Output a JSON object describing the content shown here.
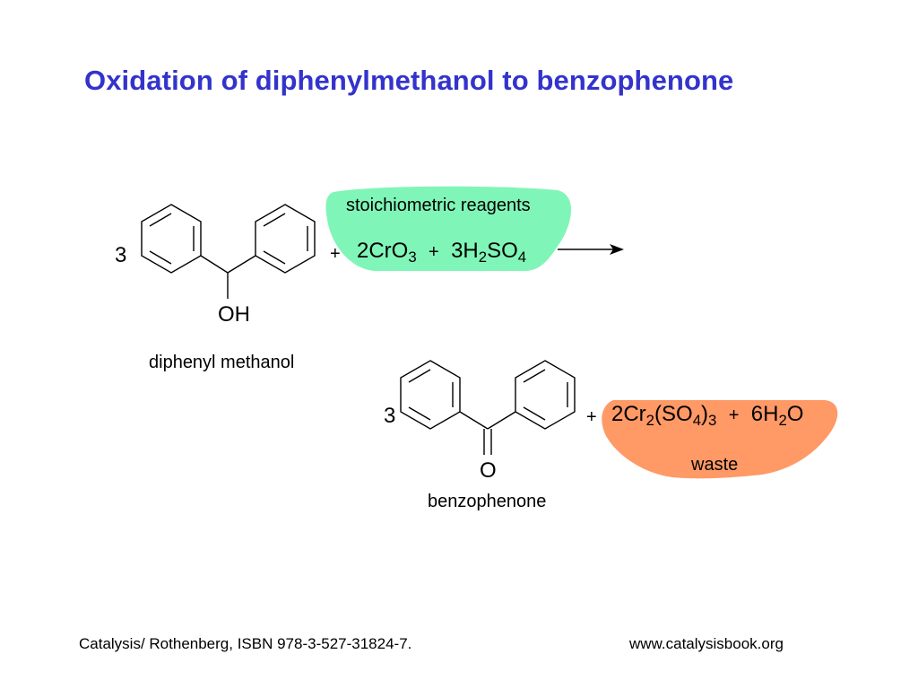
{
  "title": "Oxidation of diphenylmethanol to benzophenone",
  "colors": {
    "title": "#3333cc",
    "reagent_blob": "#80f5b8",
    "waste_blob": "#ff9966",
    "text": "#000000"
  },
  "reactants": {
    "coefficient": "3",
    "oh_label": "OH",
    "name": "diphenyl methanol",
    "plus": "+",
    "reagent_header": "stoichiometric reagents",
    "cro3_coef": "2CrO",
    "cro3_sub": "3",
    "plus2": "+",
    "h2so4_coef": "3H",
    "h2so4_sub1": "2",
    "h2so4_mid": "SO",
    "h2so4_sub2": "4"
  },
  "products": {
    "coefficient": "3",
    "o_label": "O",
    "name": "benzophenone",
    "plus": "+",
    "cr_a": "2Cr",
    "cr_sub": "2",
    "cr_b": "(SO",
    "cr_sub2": "4",
    "cr_c": ")",
    "cr_sub3": "3",
    "plus2": "+",
    "h2o_a": "6H",
    "h2o_sub": "2",
    "h2o_b": "O",
    "waste_label": "waste"
  },
  "footer": {
    "citation": "Catalysis/ Rothenberg, ISBN 978-3-527-31824-7.",
    "url": "www.catalysisbook.org"
  }
}
